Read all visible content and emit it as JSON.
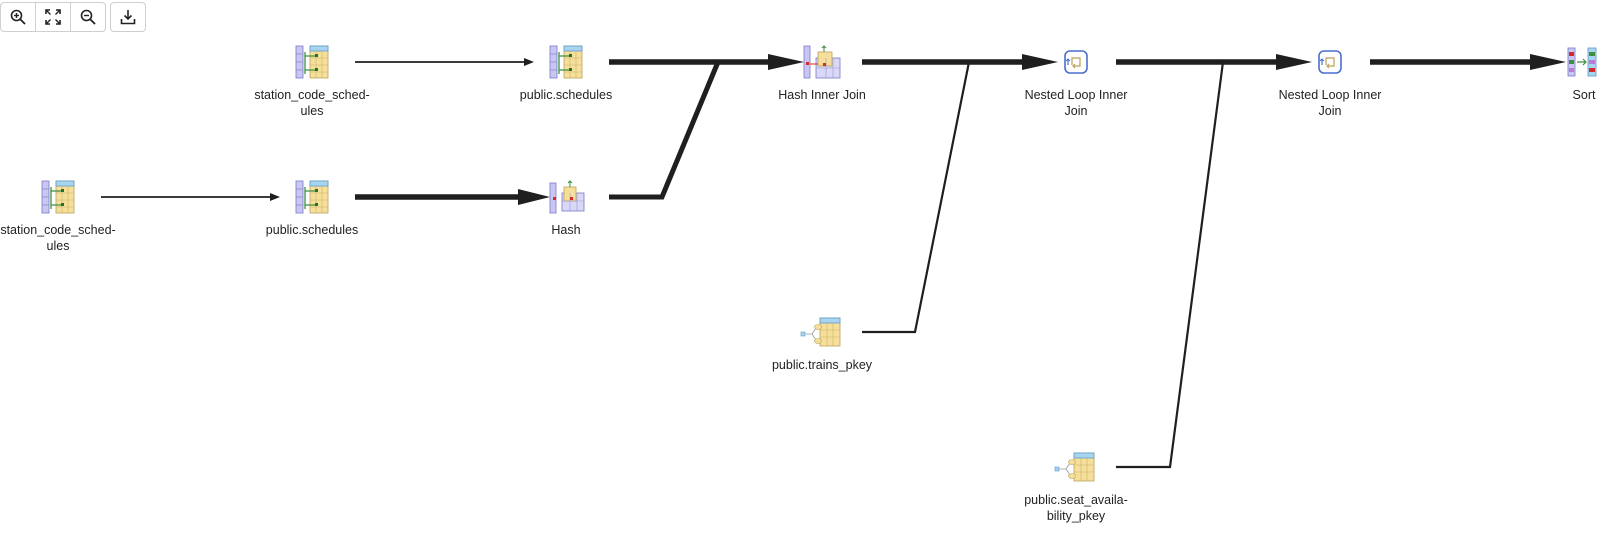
{
  "toolbar": {
    "buttons": [
      {
        "icon": "zoom-in-icon"
      },
      {
        "icon": "fit-to-screen-icon"
      },
      {
        "icon": "zoom-out-icon"
      },
      {
        "icon": "download-icon"
      }
    ]
  },
  "nodes": {
    "station_sched_1": {
      "label": [
        "station_code_sched-",
        "ules"
      ],
      "type": "index-scan"
    },
    "schedules_1": {
      "label": [
        "public.schedules"
      ],
      "type": "index-scan"
    },
    "hash_join": {
      "label": [
        "Hash Inner Join"
      ],
      "type": "hash-join"
    },
    "nested_loop_1": {
      "label": [
        "Nested Loop Inner",
        "Join"
      ],
      "type": "nested-loop"
    },
    "nested_loop_2": {
      "label": [
        "Nested Loop Inner",
        "Join"
      ],
      "type": "nested-loop"
    },
    "sort": {
      "label": [
        "Sort"
      ],
      "type": "sort"
    },
    "station_sched_2": {
      "label": [
        "station_code_sched-",
        "ules"
      ],
      "type": "index-scan"
    },
    "schedules_2": {
      "label": [
        "public.schedules"
      ],
      "type": "index-scan"
    },
    "hash": {
      "label": [
        "Hash"
      ],
      "type": "hash"
    },
    "trains_pkey": {
      "label": [
        "public.trains_pkey"
      ],
      "type": "index-only"
    },
    "seat_pkey": {
      "label": [
        "public.seat_availa-",
        "bility_pkey"
      ],
      "type": "index-only"
    }
  },
  "colors": {
    "edge": "#1f1f1f",
    "table_yellow": "#f6df9a",
    "table_blue": "#a9d4f0",
    "index_purple": "#c9c7f2",
    "join_arrow_green": "#3f8f3f",
    "loop_blue": "#4a6fcf"
  }
}
